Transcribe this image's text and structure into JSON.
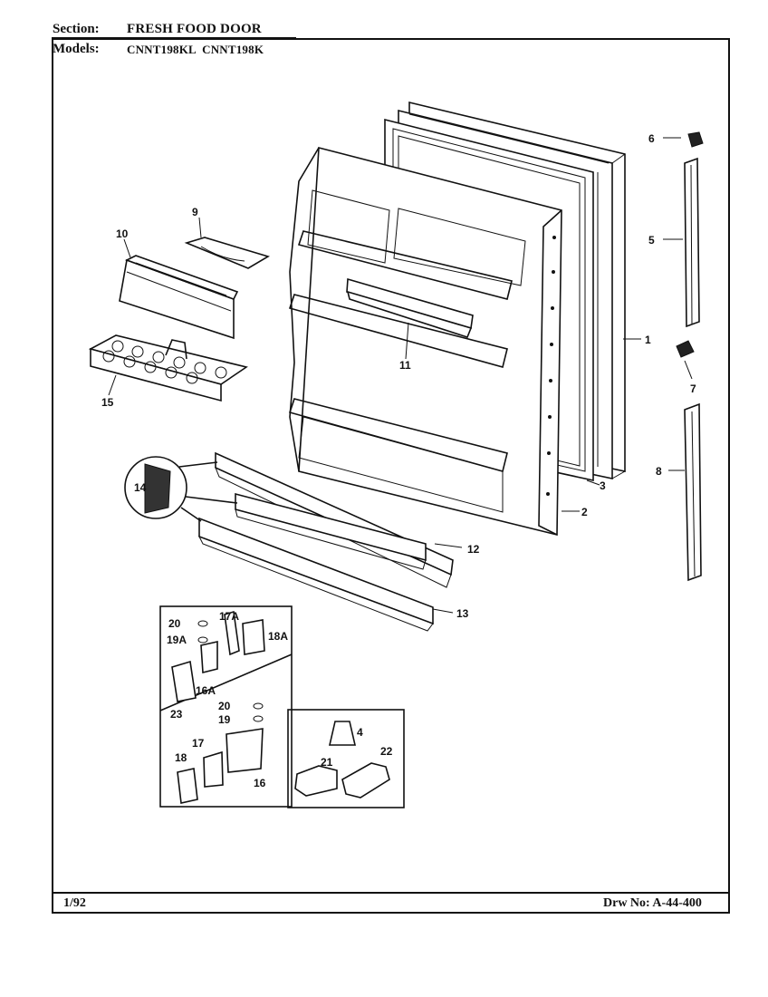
{
  "header": {
    "section_label": "Section:",
    "section_value": "FRESH FOOD DOOR",
    "models_label": "Models:",
    "models_value": "CNNT198KL  CNNT198K"
  },
  "footer": {
    "date": "1/92",
    "drawing_number": "Drw No: A-44-400"
  },
  "callouts": {
    "c1": "1",
    "c2": "2",
    "c3": "3",
    "c4": "4",
    "c5": "5",
    "c6": "6",
    "c7": "7",
    "c8": "8",
    "c9": "9",
    "c10": "10",
    "c11": "11",
    "c12": "12",
    "c13": "13",
    "c14": "14",
    "c15": "15",
    "c16": "16",
    "c16a": "16A",
    "c17": "17",
    "c17a": "17A",
    "c18": "18",
    "c18a": "18A",
    "c19": "19",
    "c19a": "19A",
    "c20a": "20",
    "c20b": "20",
    "c21": "21",
    "c22": "22",
    "c23": "23"
  }
}
